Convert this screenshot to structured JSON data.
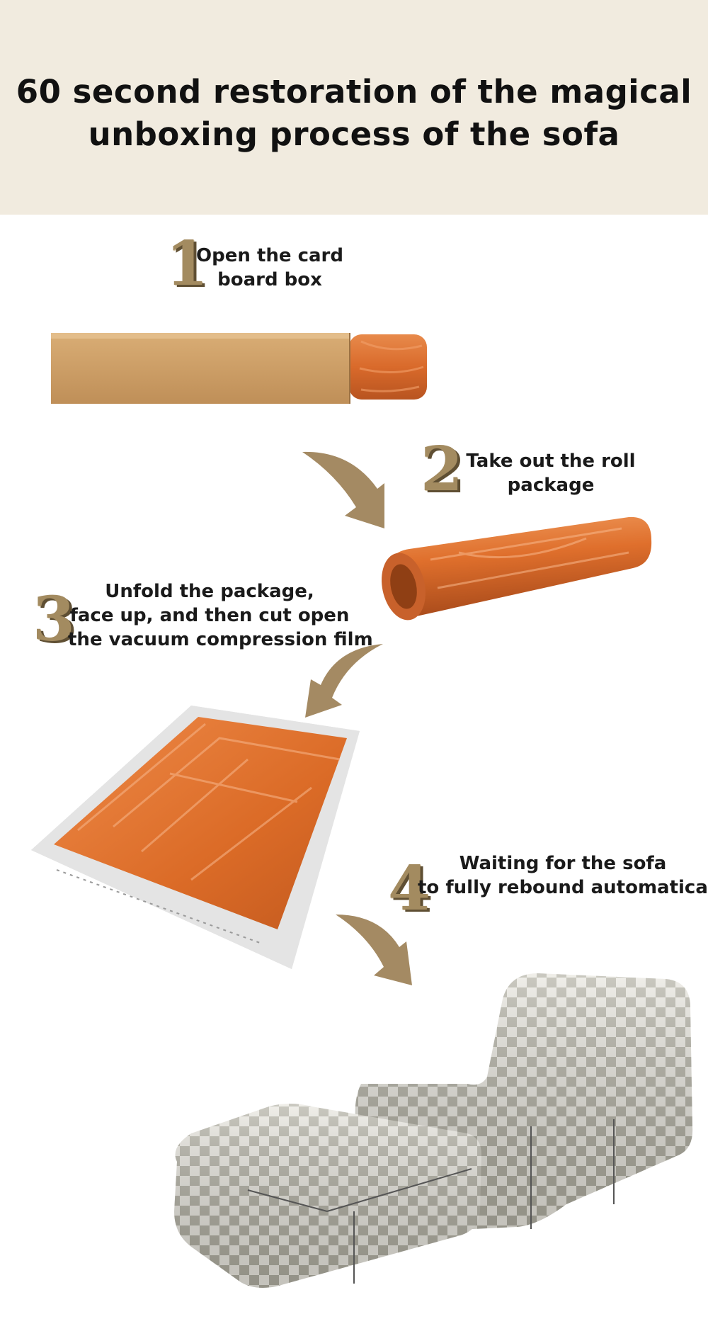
{
  "header": {
    "title_line1": "60 second restoration of the magical",
    "title_line2": "unboxing process of the sofa",
    "background": "#f1ebdf"
  },
  "steps": [
    {
      "number": "1",
      "line1": "Open the card",
      "line2": "board box"
    },
    {
      "number": "2",
      "line1": "Take out the roll",
      "line2": "package"
    },
    {
      "number": "3",
      "line1": "Unfold the package,",
      "line2": "face up, and then cut open",
      "line3": "the vacuum compression film"
    },
    {
      "number": "4",
      "line1": "Waiting for the sofa",
      "line2": "to fully rebound automatically"
    }
  ],
  "colors": {
    "cardboard": "#c99a63",
    "orange_film": "#e07a3c",
    "arrow": "#a48a63",
    "numeral_gold": "#a38b60",
    "sofa_light": "#e6e4dc",
    "sofa_check": "#a9a79b"
  }
}
